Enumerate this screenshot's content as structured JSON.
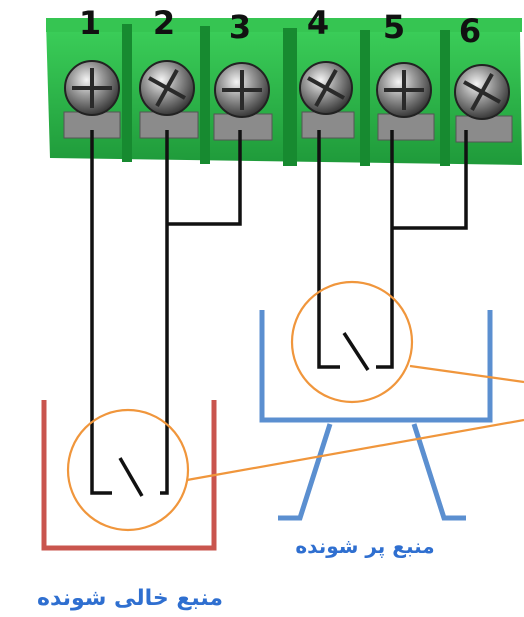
{
  "terminals": [
    {
      "label": "1"
    },
    {
      "label": "2"
    },
    {
      "label": "3"
    },
    {
      "label": "4"
    },
    {
      "label": "5"
    },
    {
      "label": "6"
    }
  ],
  "tanks": {
    "emptying": {
      "label": "منبع خالی شونده",
      "color": "#c9554e"
    },
    "filling": {
      "label": "منبع پر شونده",
      "color": "#5b8fd0"
    }
  },
  "colors": {
    "block_green": "#2fb84a",
    "wire": "#111111",
    "callout": "#f0963c",
    "label_blue": "#2f6fd0"
  }
}
